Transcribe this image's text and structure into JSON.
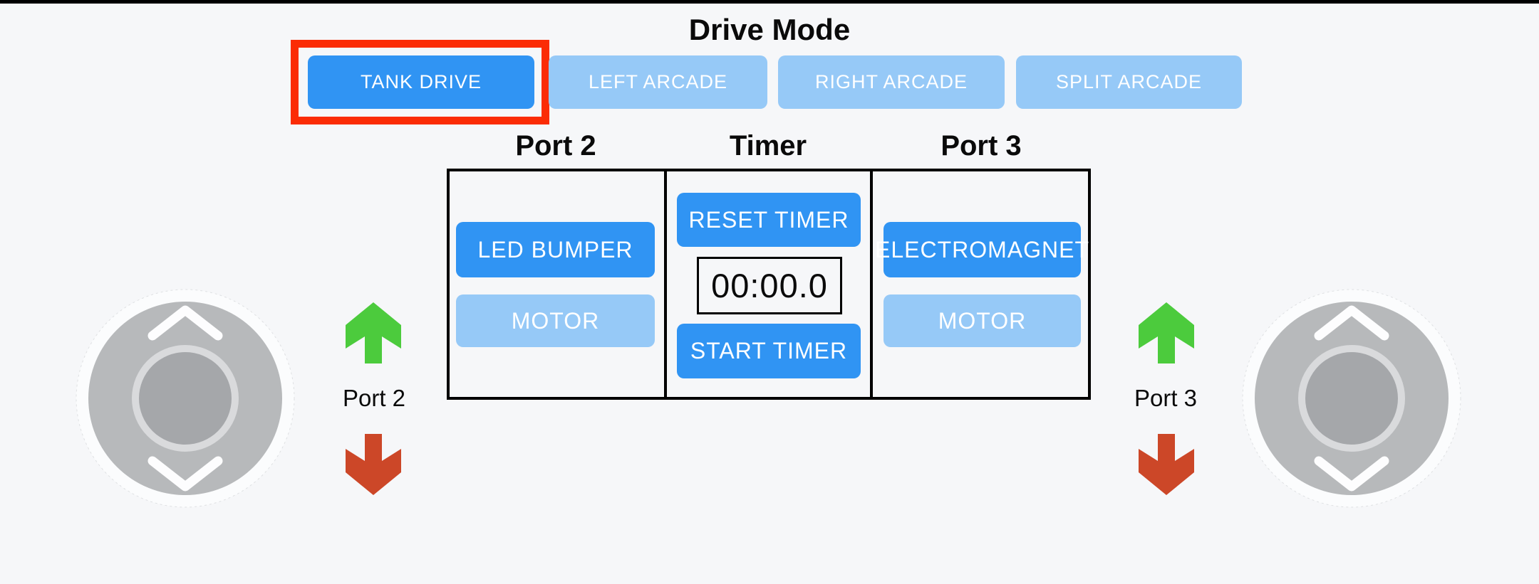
{
  "colors": {
    "background": "#f6f7f9",
    "active_blue": "#3094f3",
    "inactive_blue": "#96c9f7",
    "highlight_red": "#fb2c05",
    "arrow_green": "#4ccb3d",
    "arrow_red": "#cc4728",
    "text_black": "#0a0a0a"
  },
  "drive_mode": {
    "title": "Drive Mode",
    "buttons": [
      {
        "label": "TANK DRIVE",
        "active": true,
        "highlighted": true
      },
      {
        "label": "LEFT ARCADE",
        "active": false,
        "highlighted": false
      },
      {
        "label": "RIGHT ARCADE",
        "active": false,
        "highlighted": false
      },
      {
        "label": "SPLIT ARCADE",
        "active": false,
        "highlighted": false
      }
    ]
  },
  "panel": {
    "port2": {
      "header": "Port 2",
      "buttons": [
        {
          "label": "LED BUMPER",
          "active": true
        },
        {
          "label": "MOTOR",
          "active": false
        }
      ]
    },
    "timer": {
      "header": "Timer",
      "reset_label": "RESET TIMER",
      "display_value": "00:00.0",
      "start_label": "START TIMER"
    },
    "port3": {
      "header": "Port 3",
      "buttons": [
        {
          "label": "ELECTROMAGNET",
          "active": true
        },
        {
          "label": "MOTOR",
          "active": false
        }
      ]
    }
  },
  "joysticks": {
    "left": {
      "label": "Port 2"
    },
    "right": {
      "label": "Port 3"
    }
  }
}
